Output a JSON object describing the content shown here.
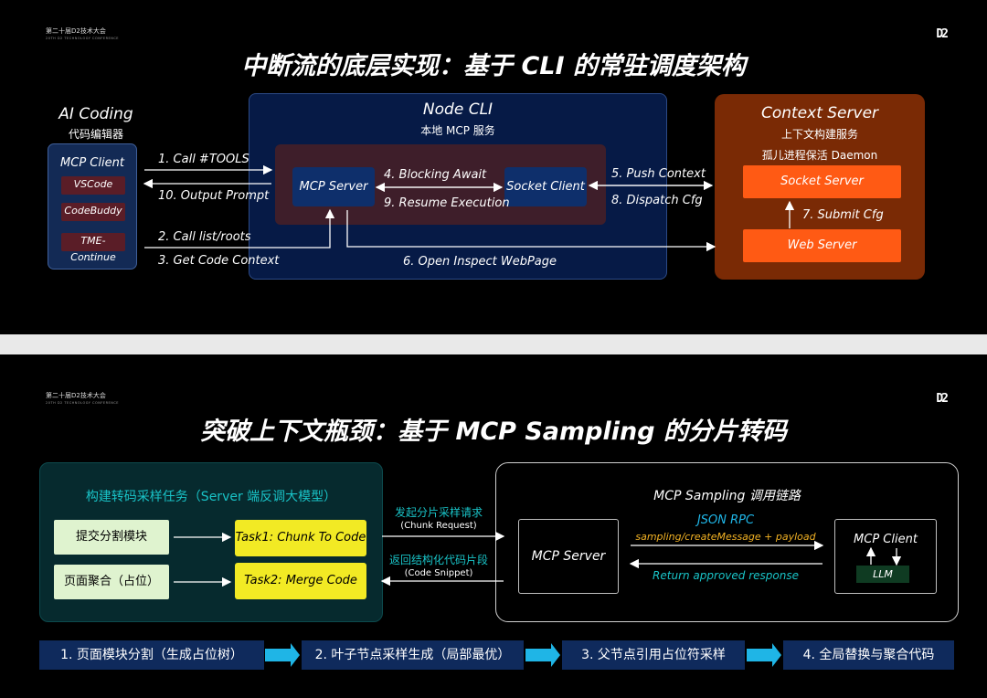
{
  "header": {
    "conference": "第二十届D2技术大会",
    "conference_sub": "20TH D2 TECHNOLOGY CONFERENCE",
    "brand": "D2"
  },
  "slide1": {
    "title": "中断流的底层实现：基于 CLI 的常驻调度架构",
    "ai_coding": {
      "title": "AI Coding",
      "subtitle": "代码编辑器"
    },
    "mcp_client": {
      "title": "MCP Client",
      "items": [
        "VSCode",
        "CodeBuddy",
        "TME-Continue"
      ],
      "more": "..."
    },
    "node_cli": {
      "title": "Node CLI",
      "subtitle": "本地 MCP 服务"
    },
    "mcp_server": "MCP Server",
    "socket_client": "Socket Client",
    "context_server": {
      "title": "Context Server",
      "subtitle": "上下文构建服务",
      "daemon": "孤儿进程保活 Daemon"
    },
    "socket_server": "Socket Server",
    "web_server": "Web Server",
    "arrows": {
      "call_tools": "1. Call #TOOLS",
      "output_prompt": "10. Output Prompt",
      "call_roots": "2. Call list/roots",
      "get_context": "3. Get Code Context",
      "blocking_await": "4. Blocking Await",
      "resume_execution": "9. Resume Execution",
      "push_context": "5. Push Context",
      "dispatch_cfg": "8. Dispatch Cfg",
      "open_inspect": "6. Open Inspect WebPage",
      "submit_cfg": "7. Submit Cfg"
    },
    "colors": {
      "orange": "#ff5a14",
      "navy": "#061a46"
    }
  },
  "slide2": {
    "title": "突破上下文瓶颈：基于 MCP Sampling 的分片转码",
    "left_panel": {
      "title": "构建转码采样任务（Server 端反调大模型）",
      "submit_module": "提交分割模块",
      "page_aggregate": "页面聚合（占位）",
      "task1": "Task1: Chunk To Code",
      "task2": "Task2: Merge Code"
    },
    "mid": {
      "request_cn": "发起分片采样请求",
      "request_en": "(Chunk Request)",
      "snippet_cn": "返回结构化代码片段",
      "snippet_en": "(Code Snippet)"
    },
    "right_panel": {
      "title": "MCP Sampling  调用链路",
      "mcp_server": "MCP Server",
      "json_rpc": "JSON RPC",
      "create_message": "sampling/createMessage  + payload",
      "approved": "Return approved response",
      "mcp_client": "MCP Client",
      "llm": "LLM"
    },
    "steps": [
      "1. 页面模块分割（生成占位树）",
      "2. 叶子节点采样生成（局部最优）",
      "3. 父节点引用占位符采样",
      "4. 全局替换与聚合代码"
    ],
    "colors": {
      "teal": "#19c3c7",
      "yellow": "#f2ea24",
      "sky": "#1fb5e6"
    }
  }
}
